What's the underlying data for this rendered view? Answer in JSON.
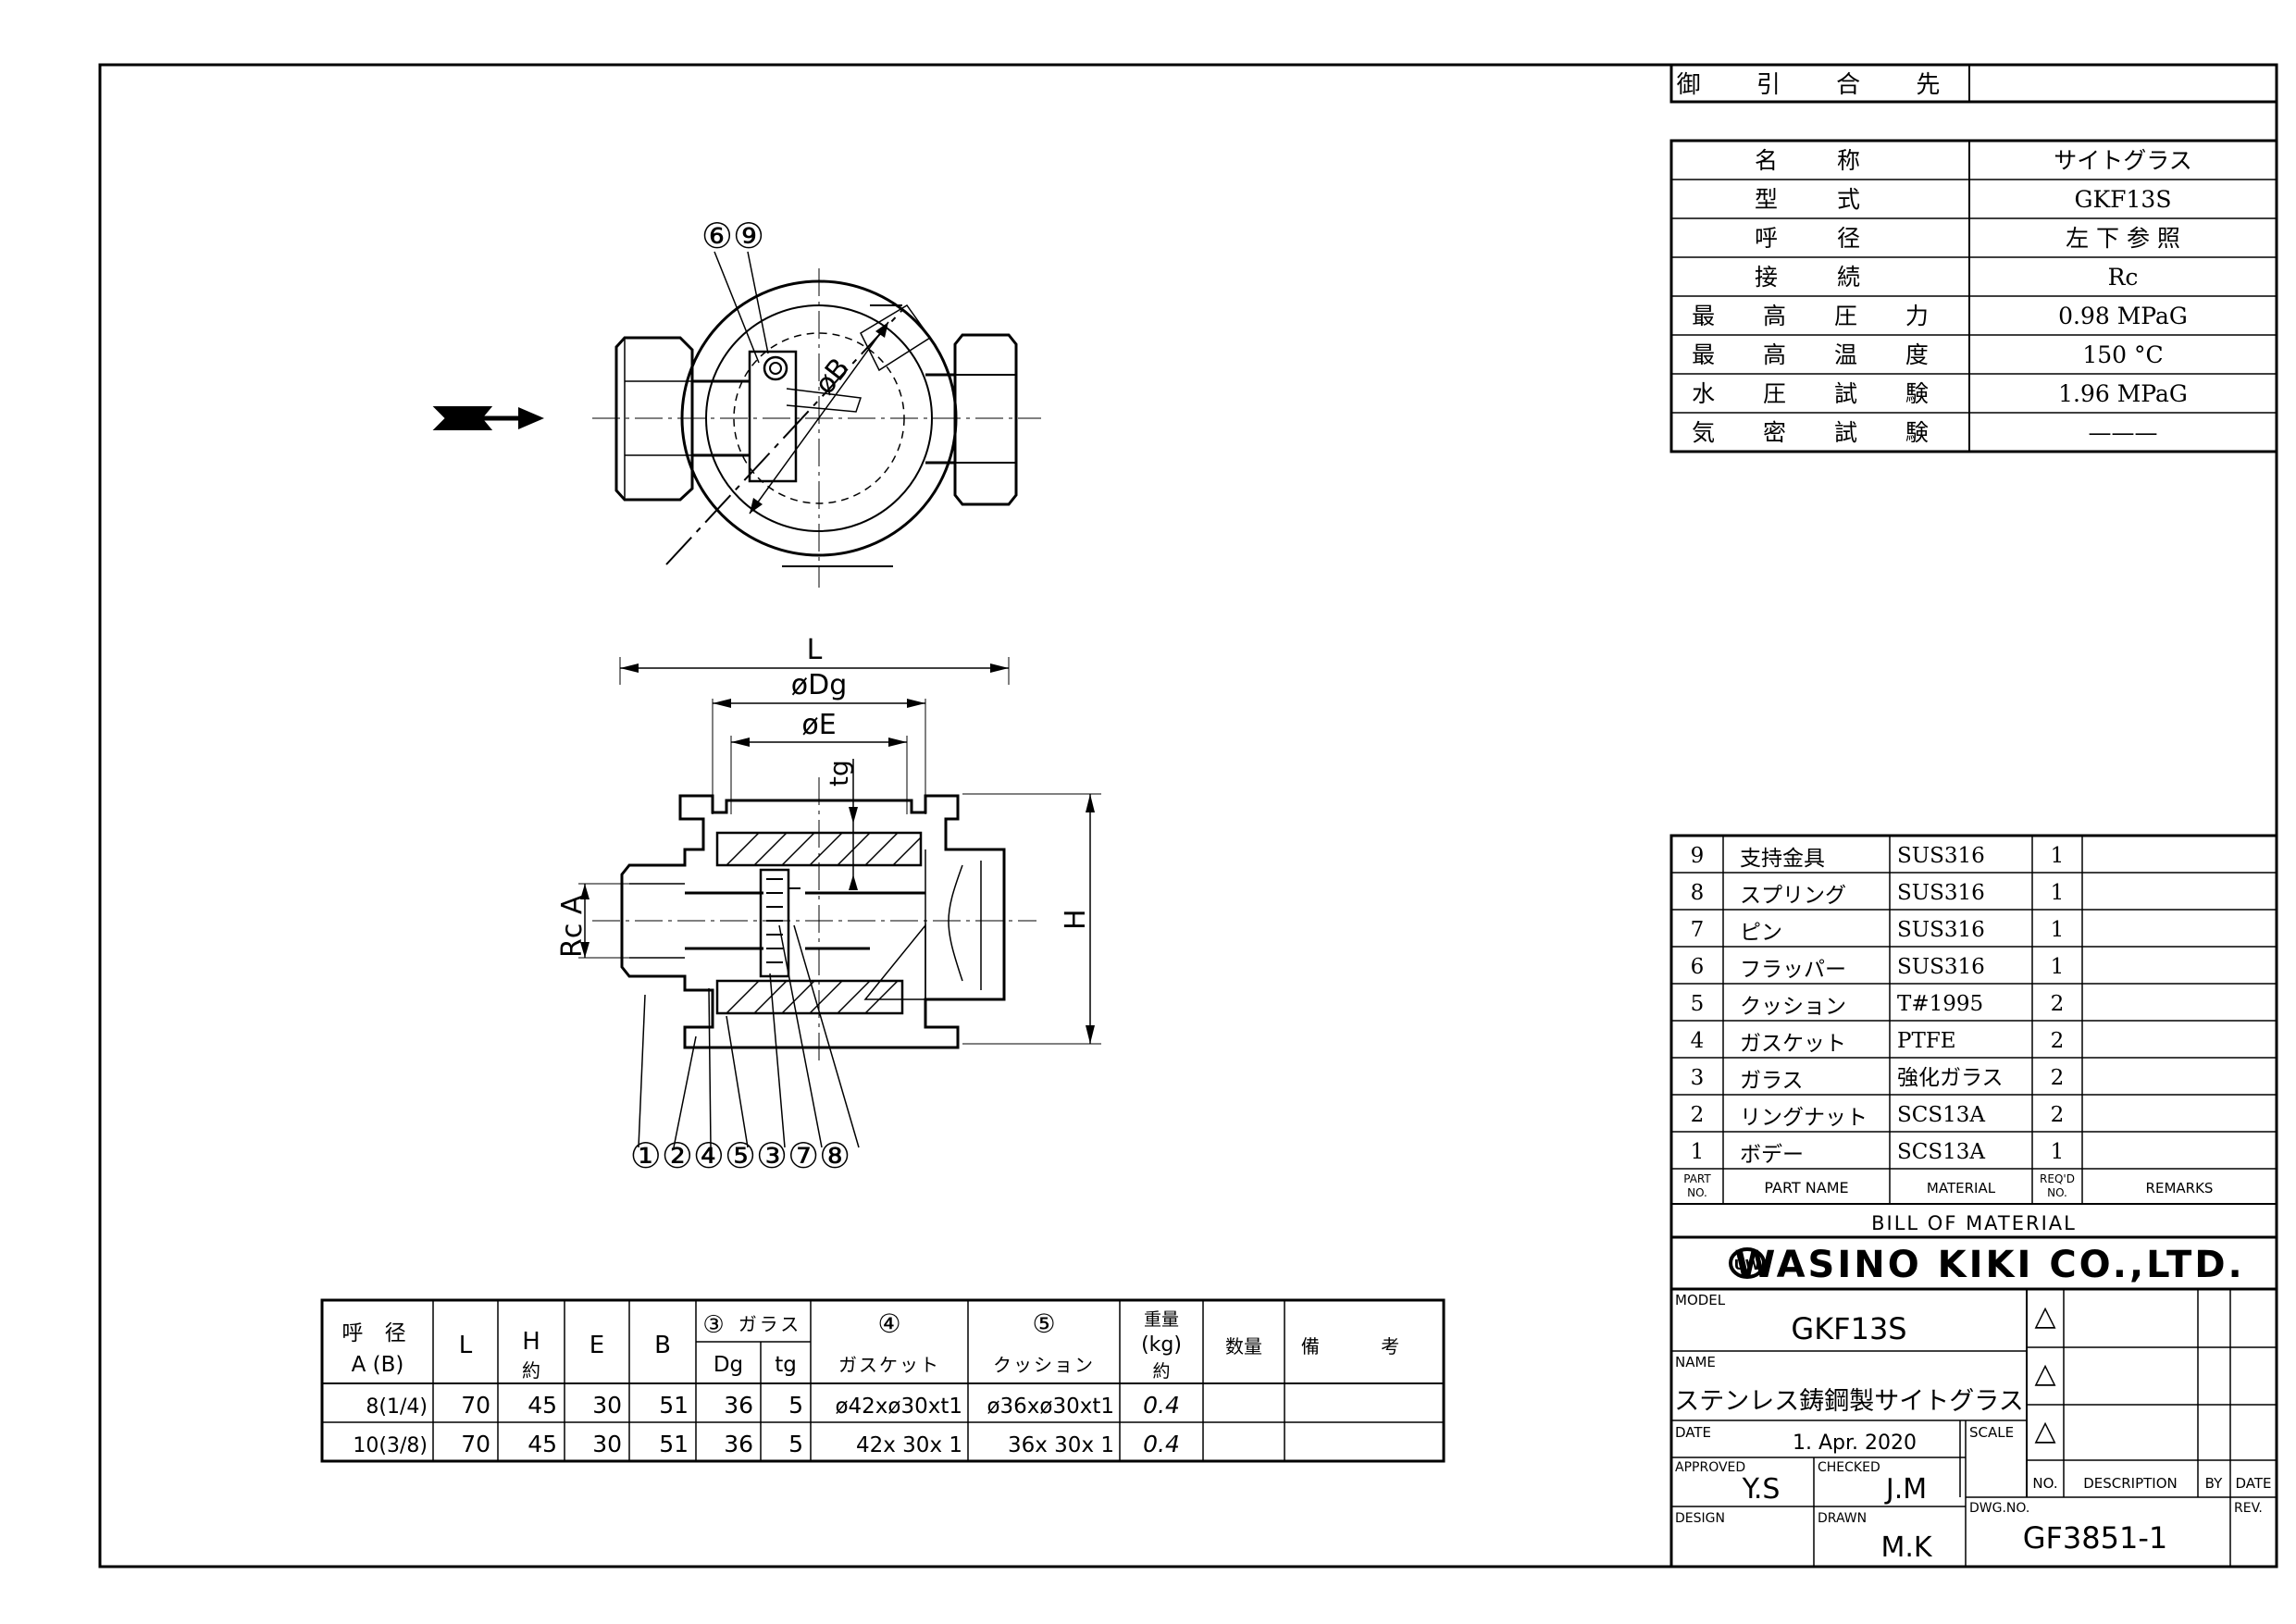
{
  "client": {
    "label": "御 引 合 先",
    "value": ""
  },
  "spec": [
    {
      "label": "名 称",
      "value": "サイトグラス"
    },
    {
      "label": "型 式",
      "value": "GKF13S"
    },
    {
      "label": "呼 径",
      "value": "左 下 参 照"
    },
    {
      "label": "接 続",
      "value": "Rc"
    },
    {
      "label": "最 高 圧 力",
      "value": "0.98 MPaG"
    },
    {
      "label": "最 高 温 度",
      "value": "150 °C"
    },
    {
      "label": "水 圧 試 験",
      "value": "1.96 MPaG"
    },
    {
      "label": "気 密 試 験",
      "value": "———"
    }
  ],
  "bom": {
    "rows": [
      {
        "no": "9",
        "name": "支持金具",
        "material": "SUS316",
        "qty": "1",
        "remarks": ""
      },
      {
        "no": "8",
        "name": "スプリング",
        "material": "SUS316",
        "qty": "1",
        "remarks": ""
      },
      {
        "no": "7",
        "name": "ピン",
        "material": "SUS316",
        "qty": "1",
        "remarks": ""
      },
      {
        "no": "6",
        "name": "フラッパー",
        "material": "SUS316",
        "qty": "1",
        "remarks": ""
      },
      {
        "no": "5",
        "name": "クッション",
        "material": "T#1995",
        "qty": "2",
        "remarks": ""
      },
      {
        "no": "4",
        "name": "ガスケット",
        "material": "PTFE",
        "qty": "2",
        "remarks": ""
      },
      {
        "no": "3",
        "name": "ガラス",
        "material": "強化ガラス",
        "qty": "2",
        "remarks": ""
      },
      {
        "no": "2",
        "name": "リングナット",
        "material": "SCS13A",
        "qty": "2",
        "remarks": ""
      },
      {
        "no": "1",
        "name": "ボデー",
        "material": "SCS13A",
        "qty": "1",
        "remarks": ""
      }
    ],
    "header": {
      "part_no_1": "PART",
      "part_no_2": "NO.",
      "part_name": "PART NAME",
      "material": "MATERIAL",
      "req_1": "REQ'D",
      "req_2": "NO.",
      "remarks": "REMARKS"
    },
    "caption": "BILL OF MATERIAL"
  },
  "company": {
    "logo_text": "UW",
    "name": "WASINO KIKI CO.,LTD."
  },
  "title_block": {
    "model_label": "MODEL",
    "model": "GKF13S",
    "name_label": "NAME",
    "name": "ステンレス鋳鋼製サイトグラス",
    "date_label": "DATE",
    "date": "1. Apr. 2020",
    "scale_label": "SCALE",
    "approved_label": "APPROVED",
    "approved": "Y.S",
    "checked_label": "CHECKED",
    "checked": "J.M",
    "design_label": "DESIGN",
    "drawn_label": "DRAWN",
    "drawn": "M.K",
    "dwg_label": "DWG.NO.",
    "dwg": "GF3851-1",
    "rev_no": "NO.",
    "rev_desc": "DESCRIPTION",
    "rev_by": "BY",
    "rev_date": "DATE",
    "rev": "REV.",
    "rev_mark": "△"
  },
  "dimensions": {
    "header": {
      "size_1": "呼 径",
      "size_2": "A (B)",
      "L": "L",
      "H_1": "H",
      "H_2": "約",
      "E": "E",
      "B": "B",
      "glass_no": "③",
      "glass": "ガラス",
      "Dg": "Dg",
      "tg": "tg",
      "gasket_no": "④",
      "gasket": "ガスケット",
      "cushion_no": "⑤",
      "cushion": "クッション",
      "weight_1": "重量",
      "weight_2": "(kg)",
      "weight_3": "約",
      "qty": "数量",
      "remarks": "備 考"
    },
    "rows": [
      {
        "size": "8(1/4)",
        "L": "70",
        "H": "45",
        "E": "30",
        "B": "51",
        "Dg": "36",
        "tg": "5",
        "gasket": "ø42xø30xt1",
        "cushion": "ø36xø30xt1",
        "weight": "0.4",
        "qty": "",
        "remarks": ""
      },
      {
        "size": "10(3/8)",
        "L": "70",
        "H": "45",
        "E": "30",
        "B": "51",
        "Dg": "36",
        "tg": "5",
        "gasket": "42x 30x 1",
        "cushion": "36x 30x 1",
        "weight": "0.4",
        "qty": "",
        "remarks": ""
      }
    ]
  },
  "drawing": {
    "top_callout": "⑥⑨",
    "phiB": "øB",
    "bottom_callout": "①②④⑤③⑦⑧",
    "dim_L": "L",
    "dim_Dg": "øDg",
    "dim_E": "øE",
    "dim_tg": "tg",
    "dim_H": "H",
    "dim_Rc": "Rc A"
  }
}
